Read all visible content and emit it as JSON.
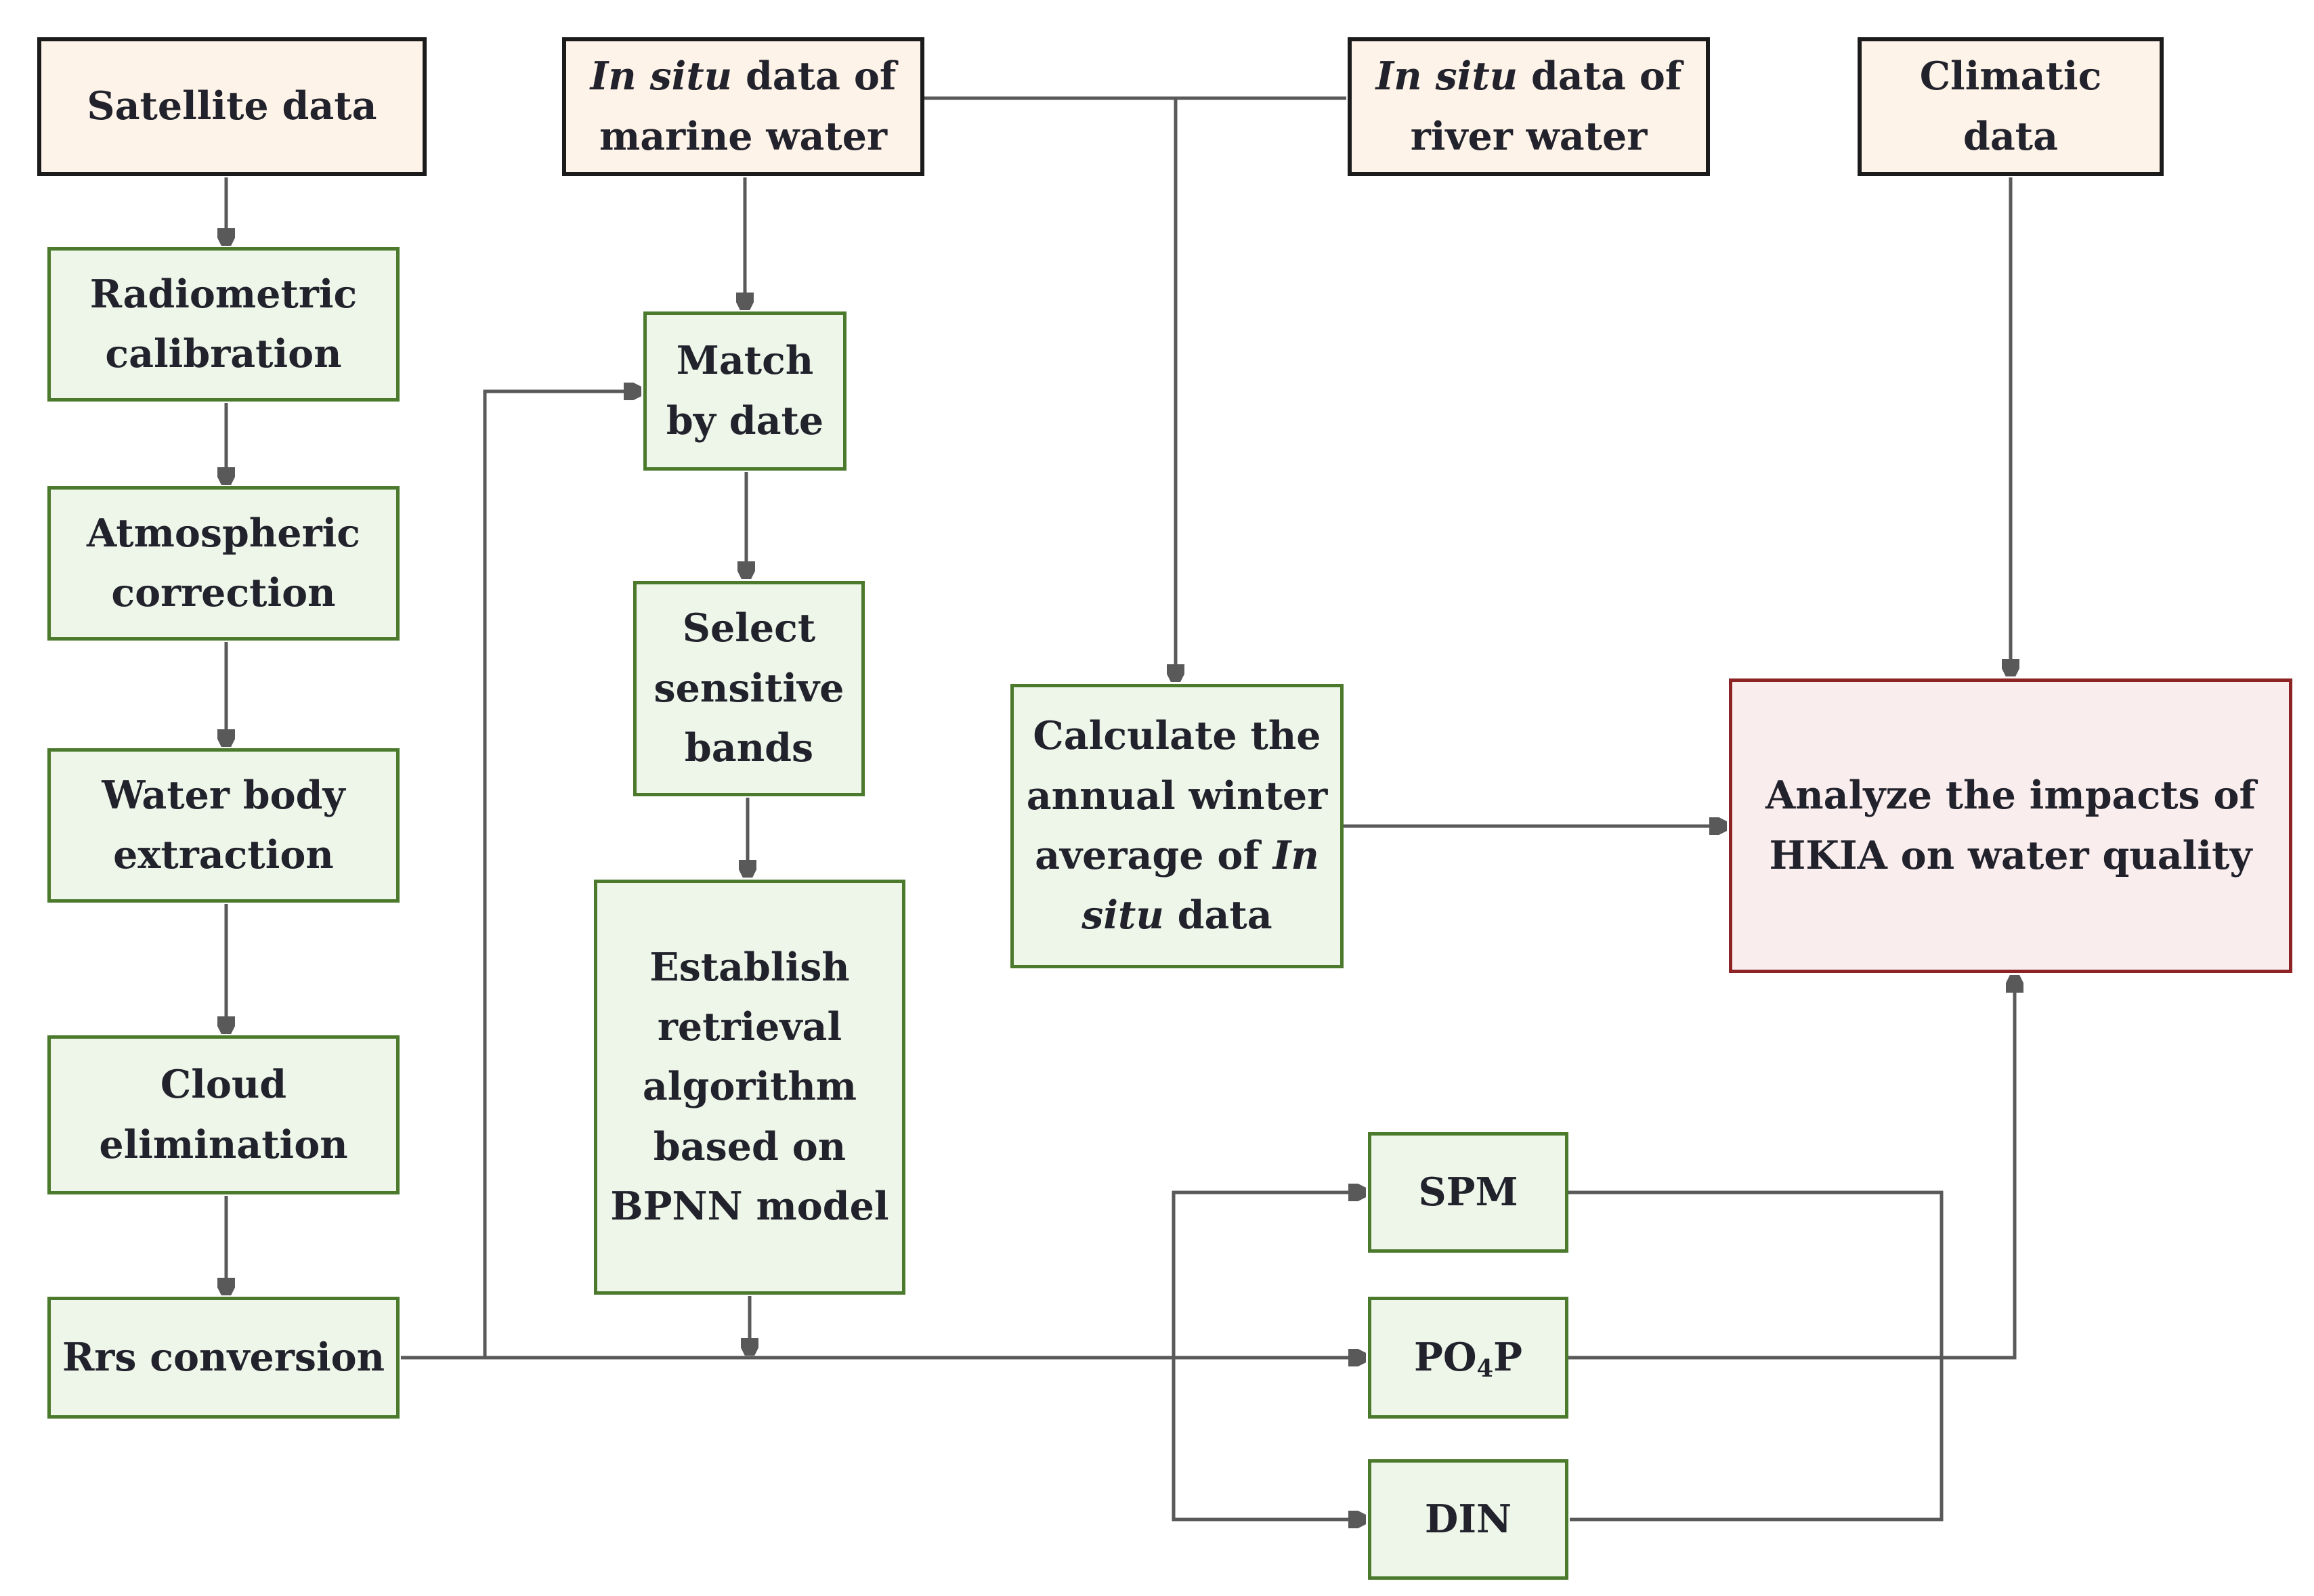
{
  "figure": {
    "title": "Flowchart of satellite and in situ data processing for analyzing HKIA impacts on water quality"
  },
  "palette": {
    "background": "#ffffff",
    "source_box_fill": "#fdf3e8",
    "source_box_border": "#1b1b1b",
    "process_box_fill": "#eef6e9",
    "process_box_border": "#4c7a2d",
    "result_box_fill": "#faeded",
    "result_box_border": "#8e2326",
    "connector_color": "#595959",
    "text_color": "#22222c"
  },
  "nodes": {
    "satellite": {
      "label": "Satellite data"
    },
    "radiometric": {
      "label": "Radiometric calibration"
    },
    "atmospheric": {
      "label": "Atmospheric correction"
    },
    "water_body": {
      "label": "Water body extraction"
    },
    "cloud": {
      "label": "Cloud elimination"
    },
    "rrs": {
      "label": "Rrs conversion"
    },
    "marine": {
      "italic": "In situ",
      "rest": " data of marine water"
    },
    "match": {
      "label": "Match by date"
    },
    "select_bands": {
      "label": "Select sensitive bands"
    },
    "establish": {
      "label": "Establish retrieval algorithm based on BPNN model"
    },
    "river": {
      "italic": "In situ",
      "rest": " data of river water"
    },
    "calculate": {
      "pre": "Calculate the annual winter average of ",
      "italic": "In situ",
      "post": " data"
    },
    "climatic": {
      "label": "Climatic data"
    },
    "analyze": {
      "label": "Analyze the impacts of HKIA on water quality"
    },
    "spm": {
      "label": "SPM"
    },
    "po4p": {
      "pre": "PO",
      "sub": "4",
      "post": "P"
    },
    "din": {
      "label": "DIN"
    }
  }
}
